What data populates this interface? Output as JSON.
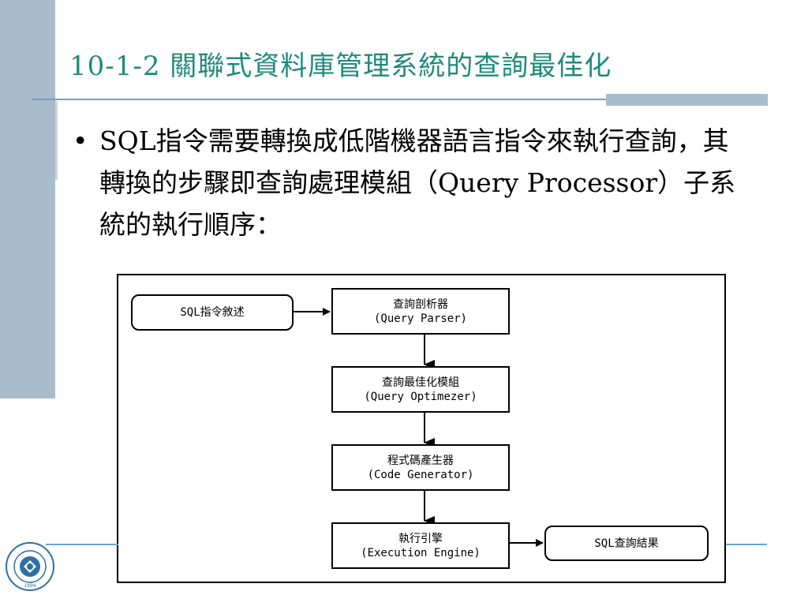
{
  "slide": {
    "title": "10-1-2 關聯式資料庫管理系統的查詢最佳化",
    "bullet_marker": "•",
    "bullet_text": "SQL指令需要轉換成低階機器語言指令來執行查詢，其轉換的步驟即查詢處理模組（Query Processor）子系統的執行順序："
  },
  "diagram": {
    "input": "SQL指令敘述",
    "steps": [
      {
        "zh": "查詢剖析器",
        "en": "(Query Parser)"
      },
      {
        "zh": "查詢最佳化模組",
        "en": "(Query Optimezer)"
      },
      {
        "zh": "程式碼產生器",
        "en": "(Code Generator)"
      },
      {
        "zh": "執行引擎",
        "en": "(Execution Engine)"
      }
    ],
    "output": "SQL查詢結果"
  },
  "colors": {
    "title": "#1f8a7a",
    "accent_bar": "#a9bccb",
    "rule": "#6ba3cf"
  },
  "logo": {
    "icon": "university-seal-icon",
    "year": "1994"
  }
}
